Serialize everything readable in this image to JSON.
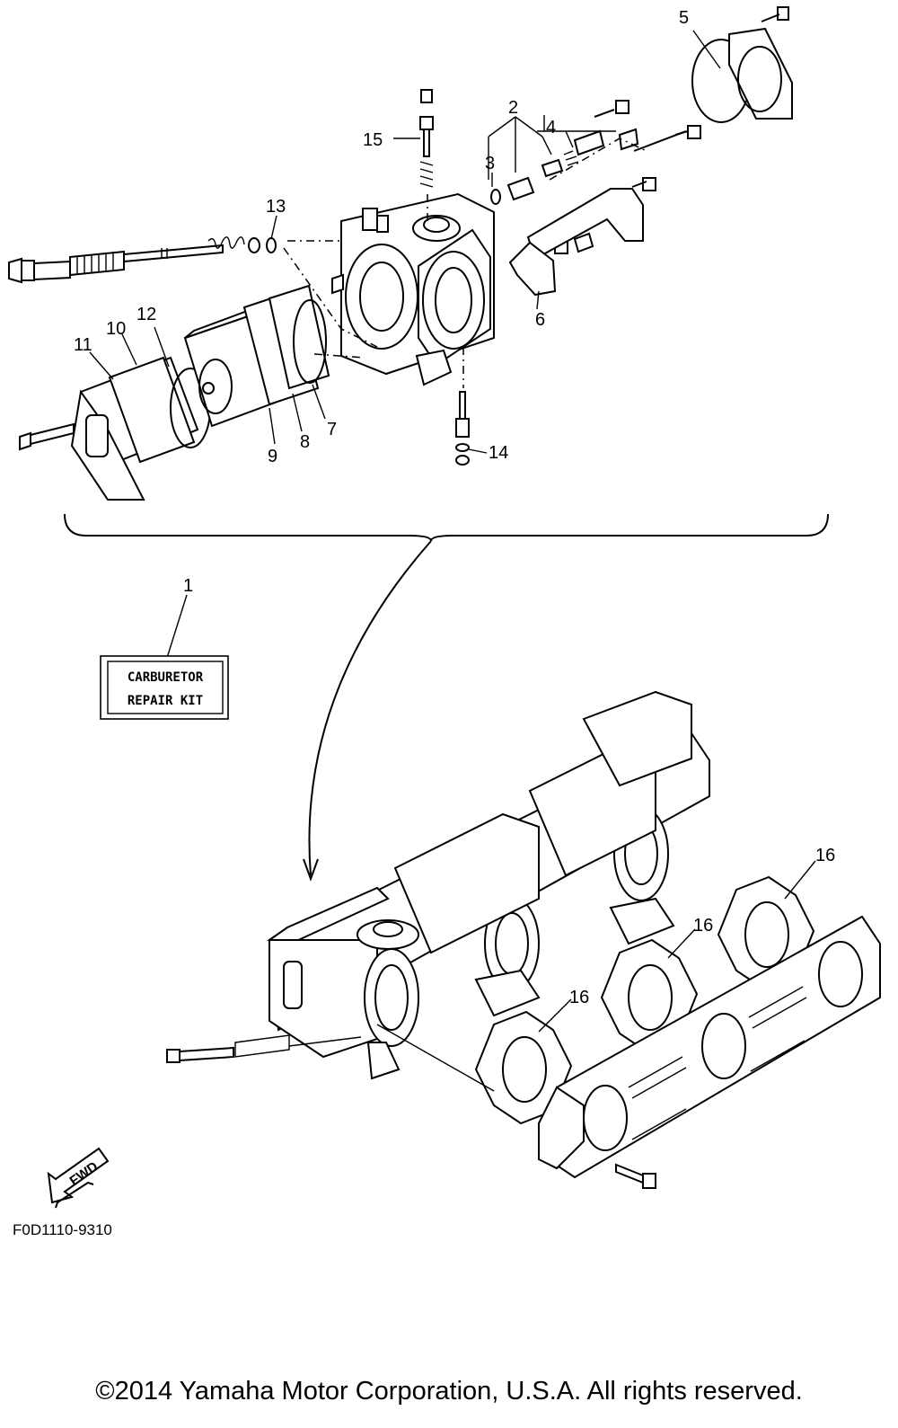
{
  "diagram": {
    "drawing_code": "F0D1110-9310",
    "copyright": "©2014 Yamaha Motor Corporation, U.S.A. All rights reserved.",
    "kit_label": {
      "line1": "CARBURETOR",
      "line2": "REPAIR KIT"
    },
    "fwd_label": "FWD",
    "callouts": [
      "1",
      "2",
      "3",
      "4",
      "5",
      "6",
      "7",
      "8",
      "9",
      "10",
      "11",
      "12",
      "13",
      "14",
      "15",
      "16",
      "16",
      "16"
    ]
  }
}
